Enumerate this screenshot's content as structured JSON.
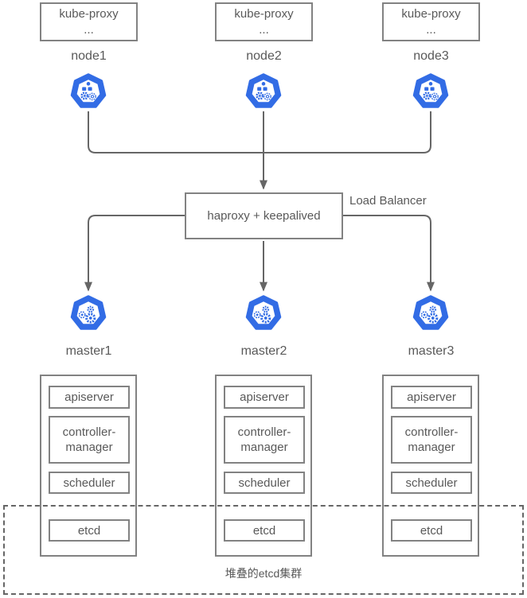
{
  "colors": {
    "k8s_blue": "#326CE5",
    "line_gray": "#666666",
    "border_gray": "#828282",
    "text_gray": "#595959"
  },
  "nodes_row": {
    "items": [
      {
        "box_title": "kube-proxy",
        "box_more": "...",
        "label": "node1",
        "icon": "kubernetes-node-icon"
      },
      {
        "box_title": "kube-proxy",
        "box_more": "...",
        "label": "node2",
        "icon": "kubernetes-node-icon"
      },
      {
        "box_title": "kube-proxy",
        "box_more": "...",
        "label": "node3",
        "icon": "kubernetes-node-icon"
      }
    ]
  },
  "load_balancer": {
    "title": "haproxy + keepalived",
    "annotation": "Load Balancer"
  },
  "masters_row": {
    "items": [
      {
        "label": "master1",
        "icon": "kubernetes-master-icon",
        "components": [
          "apiserver",
          "controller-manager",
          "scheduler",
          "etcd"
        ]
      },
      {
        "label": "master2",
        "icon": "kubernetes-master-icon",
        "components": [
          "apiserver",
          "controller-manager",
          "scheduler",
          "etcd"
        ]
      },
      {
        "label": "master3",
        "icon": "kubernetes-master-icon",
        "components": [
          "apiserver",
          "controller-manager",
          "scheduler",
          "etcd"
        ]
      }
    ]
  },
  "etcd_cluster": {
    "label": "堆叠的etcd集群"
  }
}
